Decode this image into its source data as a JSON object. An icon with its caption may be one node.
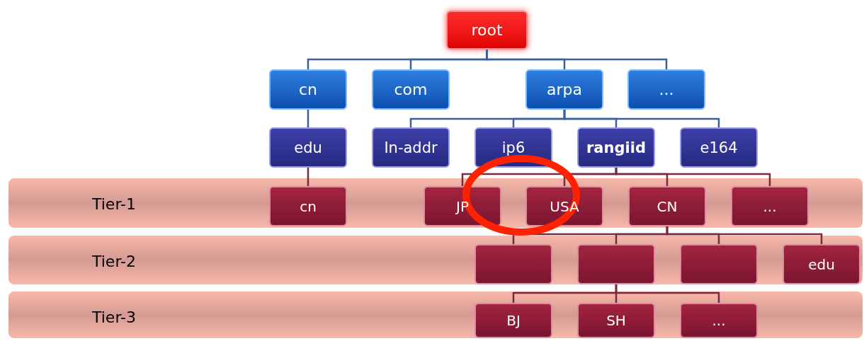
{
  "diagram": {
    "nodes": [
      {
        "text": [
          "root"
        ]
      },
      {
        "text": [
          "cn"
        ]
      },
      {
        "text": [
          "com"
        ]
      },
      {
        "text": [
          "arpa"
        ]
      },
      {
        "text": [
          "..."
        ]
      },
      {
        "text": [
          "edu"
        ]
      },
      {
        "text": [
          "In-addr"
        ]
      },
      {
        "text": [
          "ip6"
        ]
      },
      {
        "text": [
          "rangiid"
        ]
      },
      {
        "text": [
          "e164"
        ]
      },
      {
        "text": [
          "Tier-1"
        ]
      },
      {
        "text": [
          "cn"
        ],
        "in": 10
      },
      {
        "text": [
          "JP"
        ],
        "in": 10
      },
      {
        "text": [
          "USA"
        ],
        "in": 10
      },
      {
        "text": [
          "CN"
        ],
        "in": 10
      },
      {
        "text": [
          "..."
        ],
        "in": 10
      },
      {
        "text": [
          "Tier-2"
        ]
      },
      {
        "text": [],
        "shape": "box",
        "in": 16
      },
      {
        "text": [],
        "shape": "box",
        "in": 16
      },
      {
        "text": [],
        "shape": "box",
        "in": 16
      },
      {
        "text": [
          "edu"
        ],
        "in": 16
      },
      {
        "text": [
          "Tier-3"
        ]
      },
      {
        "text": [
          "BJ"
        ],
        "in": 21
      },
      {
        "text": [
          "SH"
        ],
        "in": 21
      },
      {
        "text": [
          "..."
        ],
        "in": 21
      }
    ],
    "edges": [
      {
        "from": 0,
        "to": 1,
        "arrow": "none",
        "color": "#3b5fa0"
      },
      {
        "from": 0,
        "to": 2,
        "arrow": "none",
        "color": "#3b5fa0"
      },
      {
        "from": 0,
        "to": 3,
        "arrow": "none",
        "color": "#3b5fa0"
      },
      {
        "from": 0,
        "to": 4,
        "arrow": "none",
        "color": "#3b5fa0"
      },
      {
        "from": 1,
        "to": 5,
        "arrow": "none",
        "color": "#3b5fa0"
      },
      {
        "from": 3,
        "to": 6,
        "arrow": "none",
        "color": "#3b5fa0"
      },
      {
        "from": 3,
        "to": 7,
        "arrow": "none",
        "color": "#3b5fa0"
      },
      {
        "from": 3,
        "to": 8,
        "arrow": "none",
        "color": "#3b5fa0"
      },
      {
        "from": 3,
        "to": 9,
        "arrow": "none",
        "color": "#3b5fa0"
      },
      {
        "from": 5,
        "to": 11,
        "arrow": "none"
      },
      {
        "from": 8,
        "to": 12,
        "arrow": "none"
      },
      {
        "from": 8,
        "to": 13,
        "arrow": "none"
      },
      {
        "from": 8,
        "to": 14,
        "arrow": "none"
      },
      {
        "from": 8,
        "to": 15,
        "arrow": "none"
      },
      {
        "from": 14,
        "to": 17,
        "arrow": "none"
      },
      {
        "from": 14,
        "to": 18,
        "arrow": "none"
      },
      {
        "from": 14,
        "to": 19,
        "arrow": "none"
      },
      {
        "from": 14,
        "to": 20,
        "arrow": "none"
      },
      {
        "from": 18,
        "to": 22,
        "arrow": "none"
      },
      {
        "from": 18,
        "to": 23,
        "arrow": "none"
      },
      {
        "from": 18,
        "to": 24,
        "arrow": "none"
      }
    ]
  }
}
